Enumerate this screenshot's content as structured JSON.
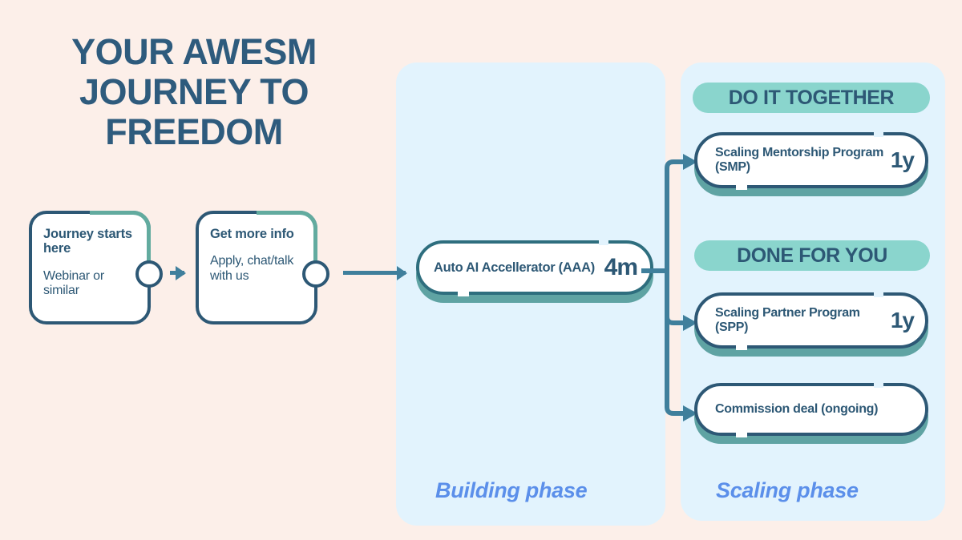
{
  "title": {
    "line1": "YOUR AWESM",
    "line2": "JOURNEY TO",
    "line3": "FREEDOM"
  },
  "colors": {
    "background": "#fcefe9",
    "panel": "#e2f3fd",
    "ink": "#2d5875",
    "teal_accent": "#62ab9f",
    "banner": "#8ad5cd",
    "connector": "#3f7f9c",
    "phase_label": "#5b8fea",
    "card_shadow": "#5fa3a3"
  },
  "intro_steps": [
    {
      "id": "journey-start",
      "title": "Journey starts here",
      "body": "Webinar or similar",
      "has_node_circle": true
    },
    {
      "id": "get-more-info",
      "title": "Get more info",
      "body": "Apply, chat/talk with us",
      "has_node_circle": true
    }
  ],
  "building_phase": {
    "label": "Building phase",
    "card": {
      "id": "auto-ai-accelerator",
      "title": "Auto AI Accellerator (AAA)",
      "duration": "4m"
    }
  },
  "scaling_phase": {
    "label": "Scaling phase",
    "sections": [
      {
        "banner": "DO IT TOGETHER",
        "cards": [
          {
            "id": "scaling-mentorship-program",
            "title": "Scaling Mentorship Program (SMP)",
            "duration": "1y"
          }
        ]
      },
      {
        "banner": "DONE FOR YOU",
        "cards": [
          {
            "id": "scaling-partner-program",
            "title": "Scaling Partner Program (SPP)",
            "duration": "1y"
          },
          {
            "id": "commission-deal",
            "title": "Commission deal (ongoing)",
            "duration": ""
          }
        ]
      }
    ]
  }
}
